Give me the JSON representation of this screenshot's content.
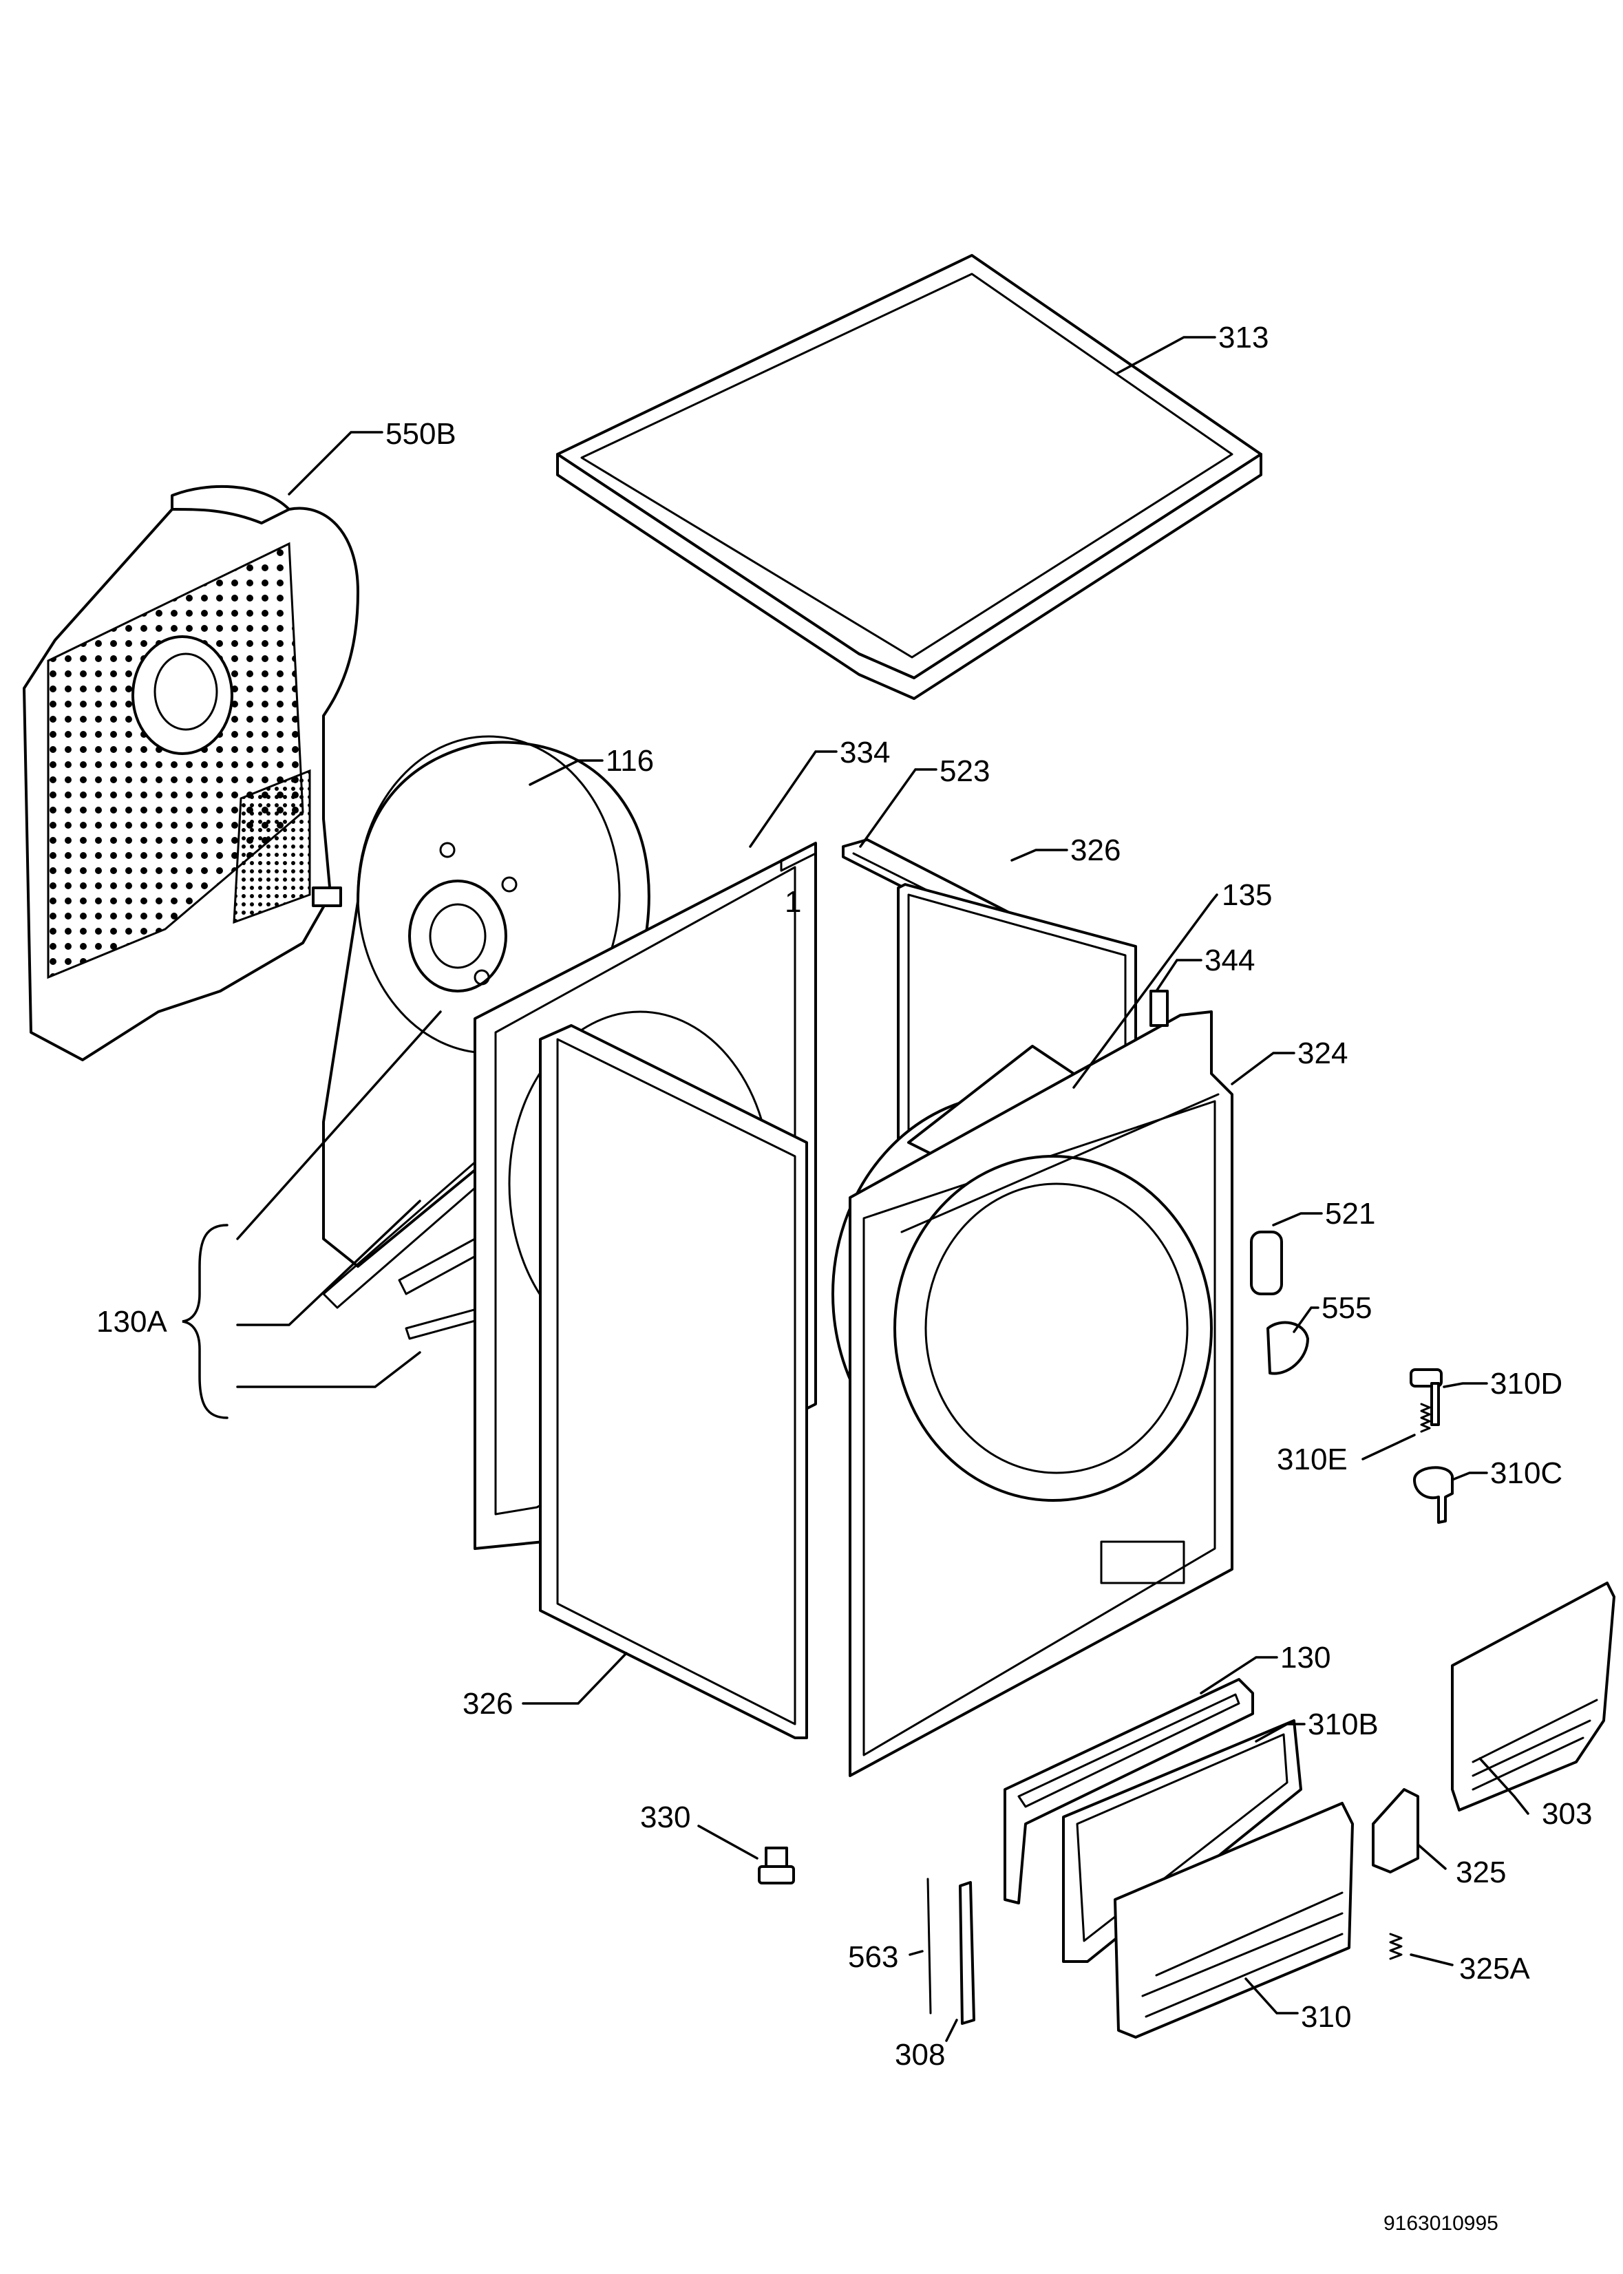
{
  "labels": {
    "p313": "313",
    "p550B": "550B",
    "p116": "116",
    "p334": "334",
    "p523": "523",
    "p326_top": "326",
    "p135": "135",
    "p344": "344",
    "p324": "324",
    "p521": "521",
    "p555": "555",
    "p310D": "310D",
    "p310E": "310E",
    "p310C": "310C",
    "p130A": "130A",
    "p326_side": "326",
    "p130": "130",
    "p310B": "310B",
    "p303": "303",
    "p330": "330",
    "p325": "325",
    "p563": "563",
    "p325A": "325A",
    "p308": "308",
    "p310": "310"
  },
  "document_number": "9163010995"
}
